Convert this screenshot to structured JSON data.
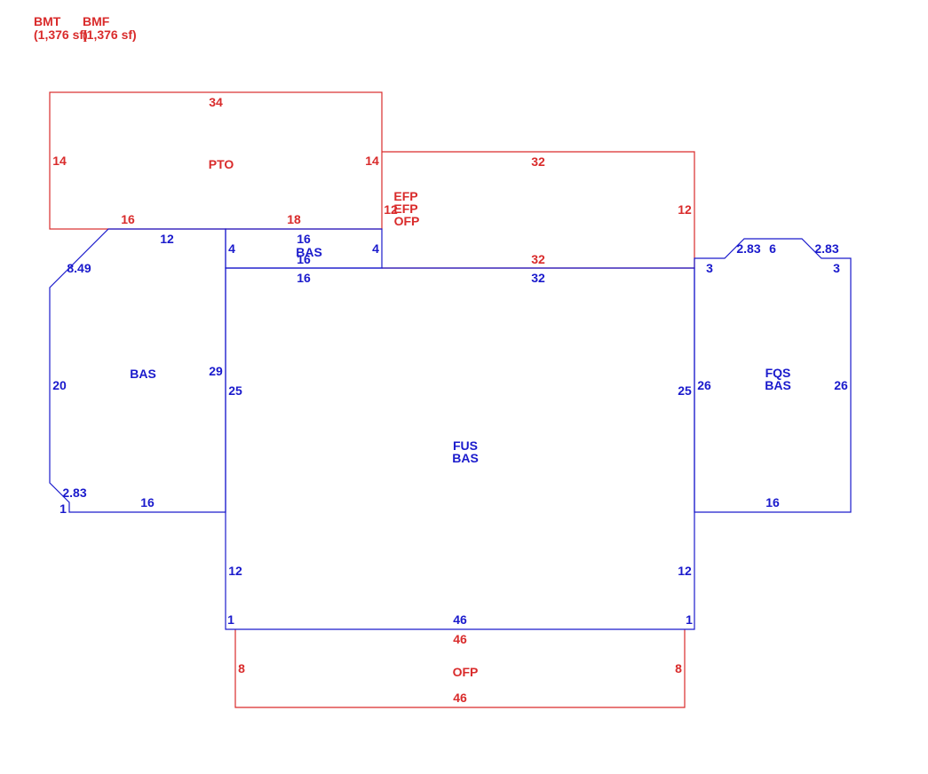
{
  "colors": {
    "red": "#d92b2b",
    "blue": "#1a1acc"
  },
  "header": {
    "bmt": {
      "code": "BMT",
      "area": "(1,376 sf)"
    },
    "bmf": {
      "code": "BMF",
      "area": "(1,376 sf)"
    }
  },
  "areas": {
    "pto": "PTO",
    "efp1": "EFP",
    "efp2": "EFP",
    "ofp_upper": "OFP",
    "bas_small": "BAS",
    "bas_left": "BAS",
    "fus": "FUS",
    "bas_main": "BAS",
    "fqs": "FQS",
    "bas_right": "BAS",
    "ofp_lower": "OFP"
  },
  "dims": {
    "pto_top": "34",
    "pto_left": "14",
    "pto_right": "14",
    "pto_bottom_left": "16",
    "pto_bottom_right": "18",
    "porch_top": "32",
    "porch_left": "12",
    "porch_right": "12",
    "porch_bottom": "32",
    "bas_small_top": "16",
    "bas_small_left": "4",
    "bas_small_right": "4",
    "bas_small_bottom": "16",
    "bas_small_bottom2": "16",
    "left_top": "12",
    "left_diag": "8.49",
    "left_side": "20",
    "left_right": "29",
    "left_diag2": "2.83",
    "left_small": "1",
    "left_bottom": "16",
    "main_top": "32",
    "main_left_upper": "25",
    "main_right_upper": "25",
    "main_left_lower": "12",
    "main_right_lower": "12",
    "main_bottom_left": "1",
    "main_bottom": "46",
    "main_bottom_right": "1",
    "right_left_small": "3",
    "right_diag_left": "2.83",
    "right_top": "6",
    "right_diag_right": "2.83",
    "right_right_small": "3",
    "right_left": "26",
    "right_right": "26",
    "right_bottom": "16",
    "ofp_top": "46",
    "ofp_left": "8",
    "ofp_right": "8",
    "ofp_bottom": "46"
  }
}
